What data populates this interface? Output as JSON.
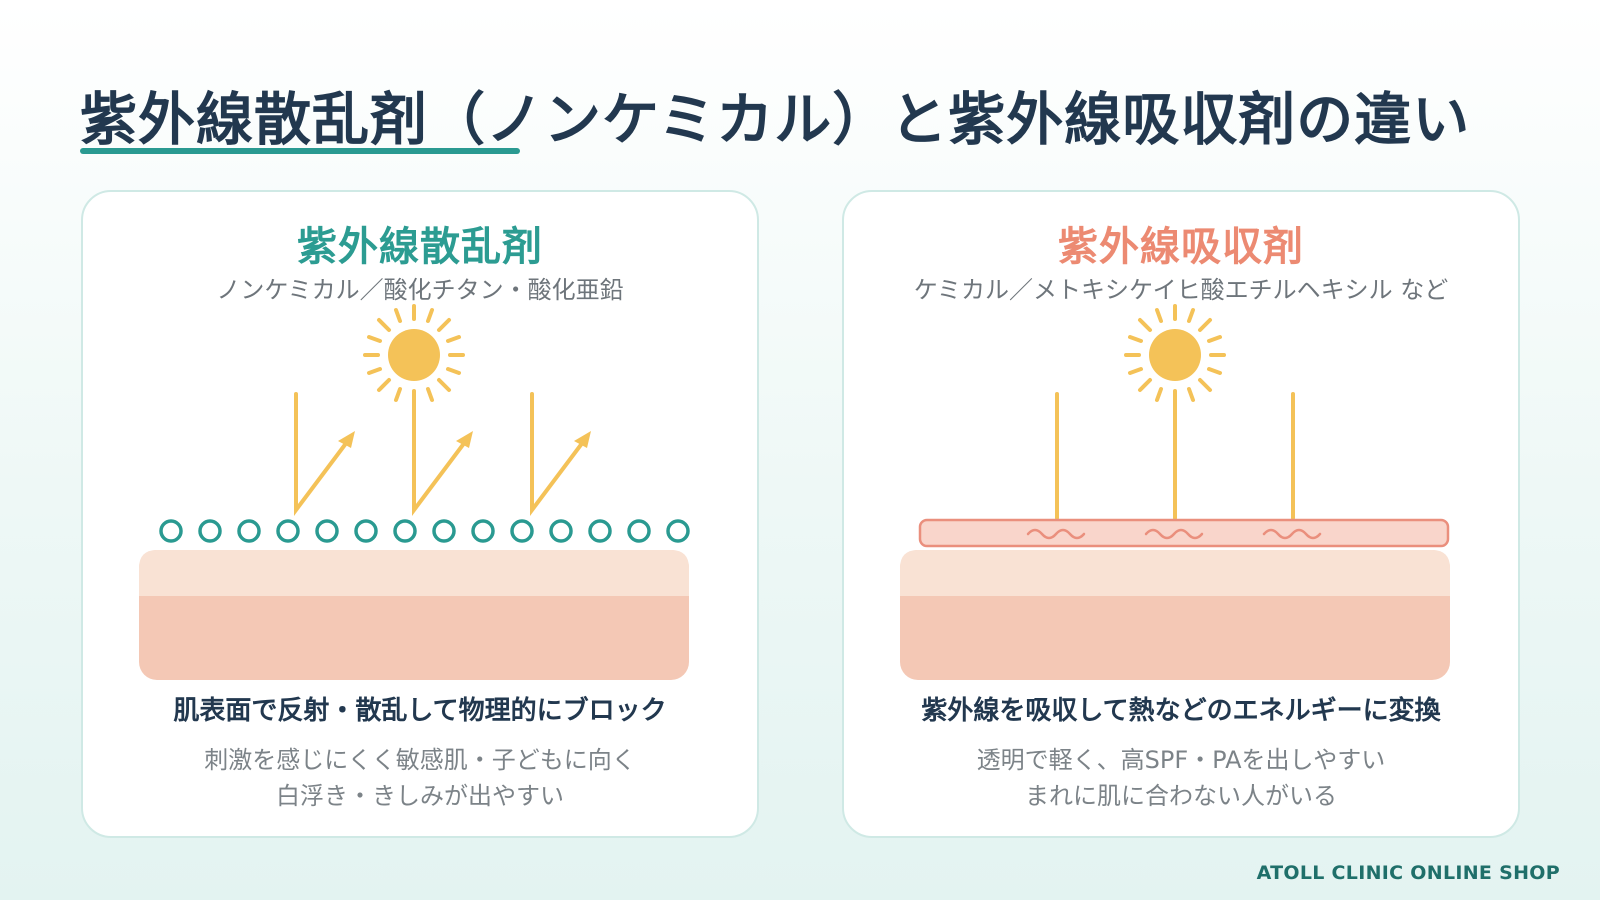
{
  "title": "紫外線散乱剤（ノンケミカル）と紫外線吸収剤の違い",
  "cards": [
    {
      "heading": "紫外線散乱剤",
      "subtitle": "ノンケミカル／酸化チタン・酸化亜鉛",
      "lead": "肌表面で反射・散乱して物理的にブロック",
      "desc_lines": [
        "刺激を感じにくく敏感肌・子どもに向く",
        "白浮き・きしみが出やすい"
      ],
      "illustration": {
        "rays": 3,
        "particles": 14,
        "ray_behavior": "reflect"
      }
    },
    {
      "heading": "紫外線吸収剤",
      "subtitle": "ケミカル／メトキシケイヒ酸エチルヘキシル など",
      "lead": "紫外線を吸収して熱などのエネルギーに変換",
      "desc_lines": [
        "透明で軽く、高SPF・PAを出しやすい",
        "まれに肌に合わない人がいる"
      ],
      "illustration": {
        "rays": 3,
        "ray_behavior": "absorb"
      }
    }
  ],
  "colors": {
    "accent_teal": "#2a9a91",
    "accent_coral": "#ec8a72",
    "sun": "#f4c258",
    "skin_top": "#f9e2d4",
    "skin_bottom": "#f4c8b5"
  },
  "footer": "ATOLL CLINIC ONLINE SHOP"
}
